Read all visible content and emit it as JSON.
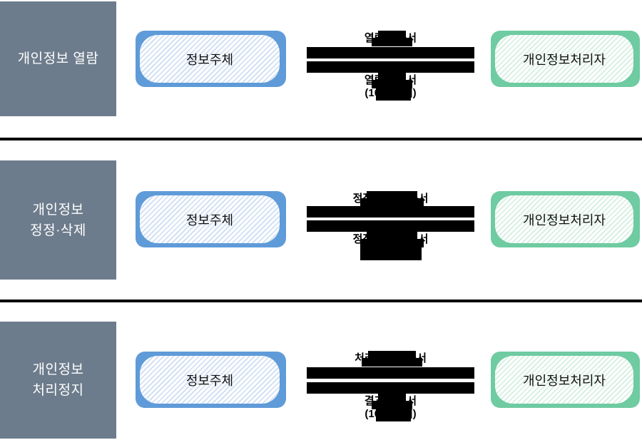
{
  "colors": {
    "label-bg": "#6d7c8c",
    "label-text": "#ffffff",
    "subject-border": "#5f9bd8",
    "subject-stripe": "#d3e1f3",
    "processor-border": "#6fcba1",
    "processor-stripe": "#d9f0e4",
    "redaction": "#000000",
    "divider": "#000000"
  },
  "sections": [
    {
      "id": "access",
      "label_line1": "개인정보 열람",
      "subject_label": "정보주체",
      "processor_label": "개인정보처리자",
      "request_label": "열람 요구서",
      "response_label": "열람 통지서",
      "response_note": "(10일 이내)",
      "redaction": "partial"
    },
    {
      "id": "correction-deletion",
      "label_line1": "개인정보",
      "label_line2": "정정·삭제",
      "subject_label": "정보주체",
      "processor_label": "개인정보처리자",
      "request_label": "정정·삭제 요구서",
      "response_label": "정정·삭제 통지서",
      "response_note": "",
      "note_fully_redacted": true,
      "redaction": "partial"
    },
    {
      "id": "processing-stop",
      "label_line1": "개인정보",
      "label_line2": "처리정지",
      "subject_label": "정보주체",
      "processor_label": "개인정보처리자",
      "request_label": "처리정지 요구서",
      "response_label": "결과 통지서",
      "response_note": "(10일 이내)",
      "redaction": "partial"
    }
  ]
}
